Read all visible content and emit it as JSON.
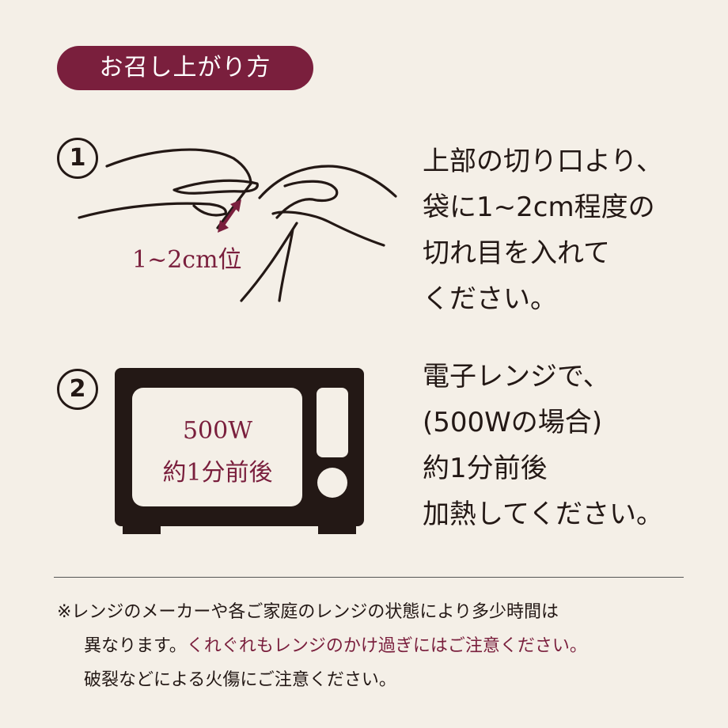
{
  "title": "お召し上がり方",
  "steps": [
    {
      "number": "1",
      "figure_label": "1~2cm位",
      "text_lines": [
        "上部の切り口より、",
        "袋に1~2cm程度の",
        "切れ目を入れて",
        "ください。"
      ]
    },
    {
      "number": "2",
      "microwave_lines": [
        "500W",
        "約1分前後"
      ],
      "text_lines": [
        "電子レンジで、",
        "(500Wの場合)",
        "約1分前後",
        "加熱してください。"
      ]
    }
  ],
  "note": {
    "line1": "※レンジのメーカーや各ご家庭のレンジの状態により多少時間は",
    "line2_plain": "異なります。",
    "line2_accent": "くれぐれもレンジのかけ過ぎにはご注意ください。",
    "line3": "破裂などによる火傷にご注意ください。"
  },
  "colors": {
    "accent": "#7a1f3d",
    "background": "#f4efe7",
    "ink": "#231815"
  }
}
